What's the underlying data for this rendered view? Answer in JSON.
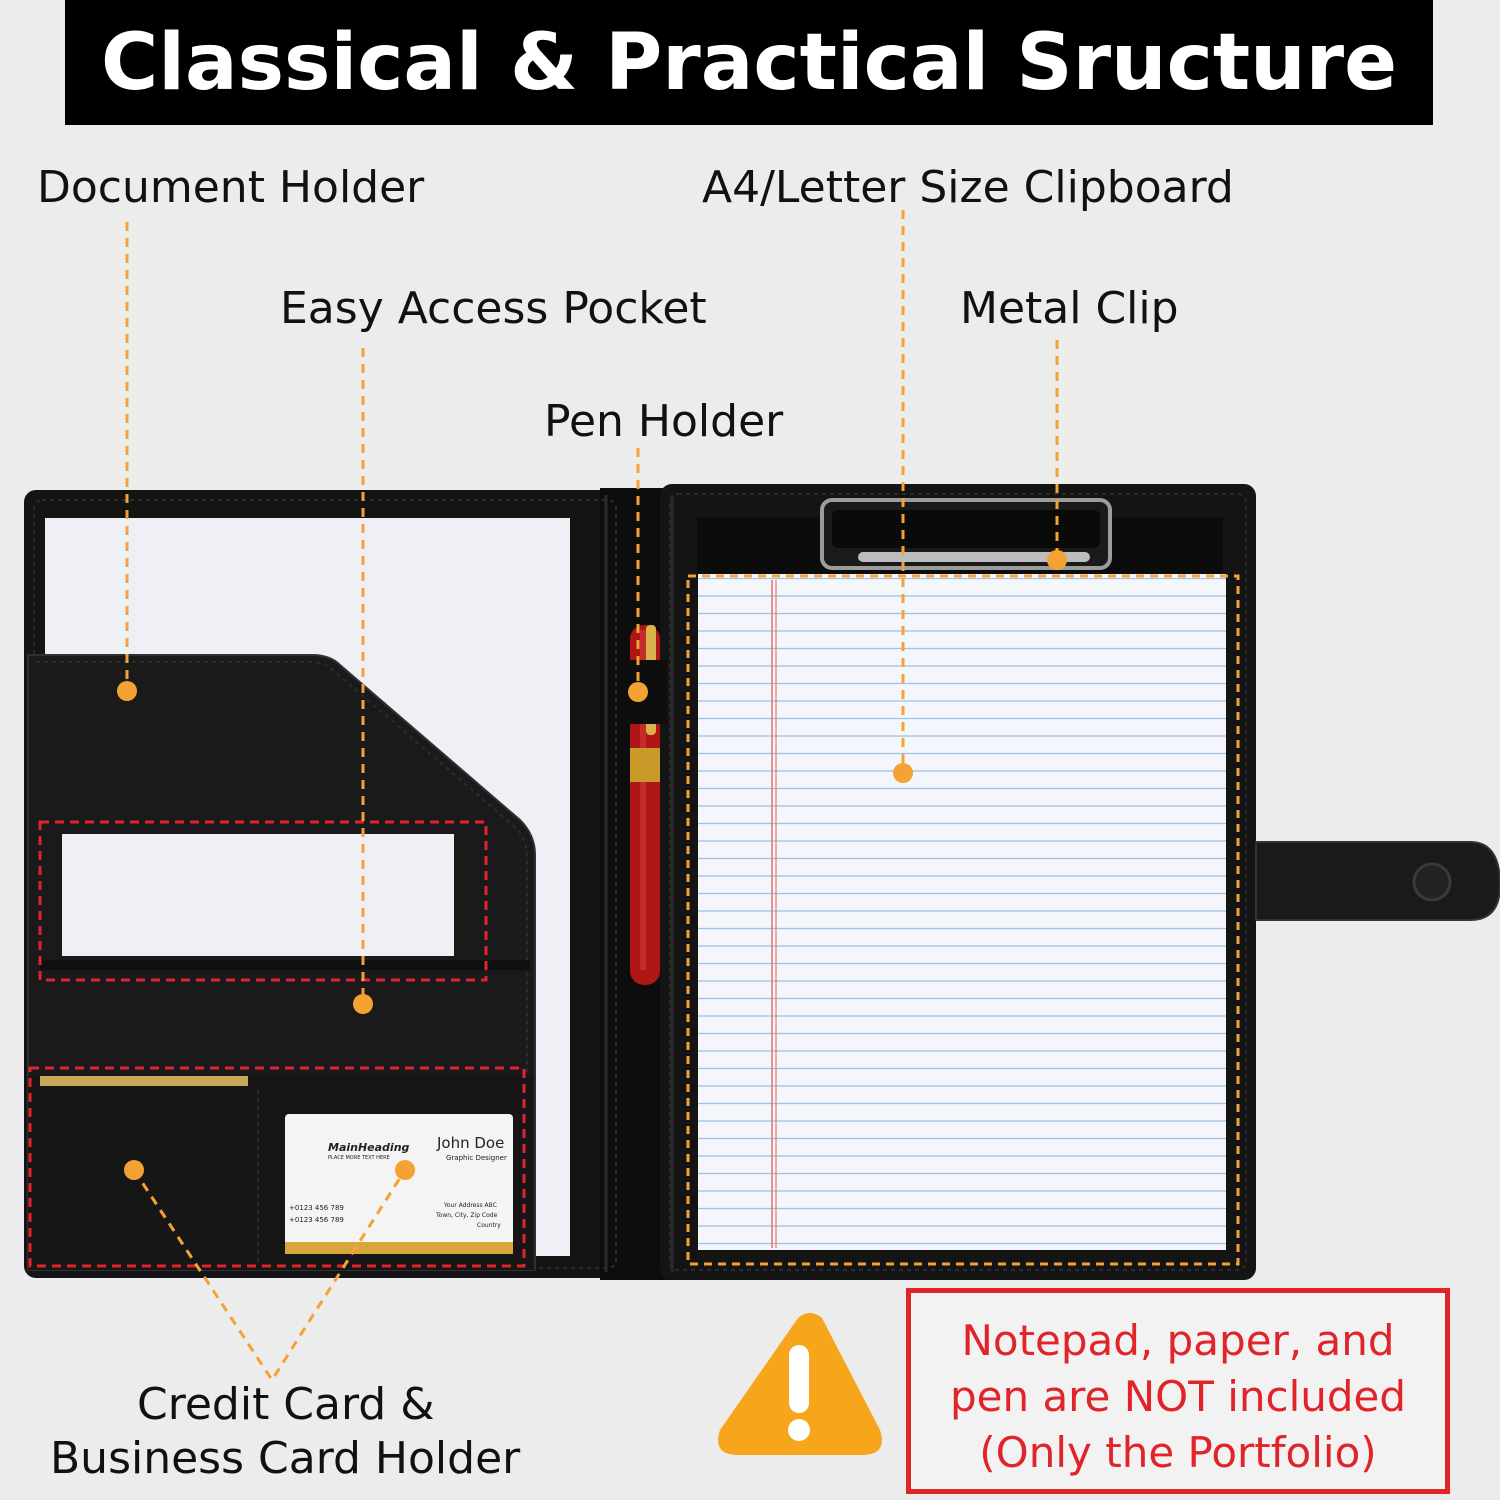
{
  "banner": {
    "title": "Classical & Practical Sructure"
  },
  "labels": {
    "document_holder": "Document Holder",
    "clipboard": "A4/Letter Size Clipboard",
    "easy_access": "Easy Access Pocket",
    "metal_clip": "Metal Clip",
    "pen_holder": "Pen Holder",
    "card_holder_line1": "Credit Card &",
    "card_holder_line2": "Business Card Holder"
  },
  "business_card": {
    "logo": "MainHeading",
    "tagline": "PLACE MORE TEXT HERE",
    "name": "John Doe",
    "role": "Graphic Designer",
    "phone1": "+0123 456 789",
    "phone2": "+0123 456 789",
    "address1": "Your Address ABC",
    "address2": "Town, City, Zip Code",
    "address3": "Country"
  },
  "notice": {
    "line1": "Notepad, paper, and",
    "line2": "pen are NOT included",
    "line3": "(Only the Portfolio)"
  },
  "colors": {
    "accent_orange": "#f4a234",
    "warning_red": "#e0242a",
    "banner_bg": "#000000"
  }
}
